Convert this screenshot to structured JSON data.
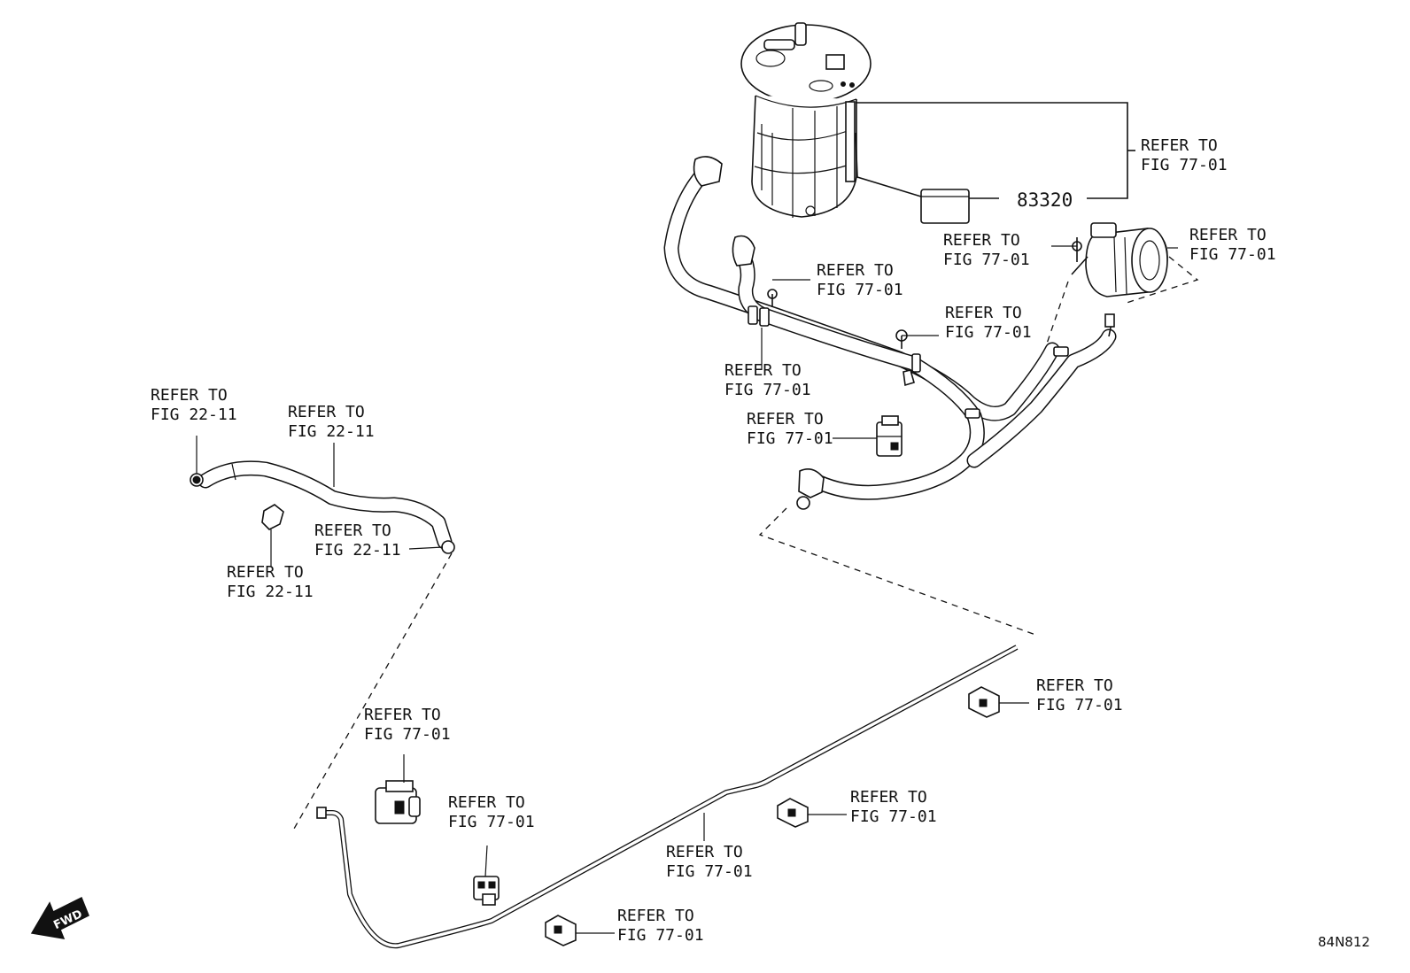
{
  "callouts": [
    {
      "line1": "REFER TO",
      "line2": "FIG 77-01"
    },
    {
      "line1": "REFER TO",
      "line2": "FIG 77-01"
    },
    {
      "line1": "REFER TO",
      "line2": "FIG 77-01"
    },
    {
      "line1": "REFER TO",
      "line2": "FIG 77-01"
    },
    {
      "line1": "REFER TO",
      "line2": "FIG 77-01"
    },
    {
      "line1": "REFER TO",
      "line2": "FIG 77-01"
    },
    {
      "line1": "REFER TO",
      "line2": "FIG 77-01"
    },
    {
      "line1": "REFER TO",
      "line2": "FIG 22-11"
    },
    {
      "line1": "REFER TO",
      "line2": "FIG 22-11"
    },
    {
      "line1": "REFER TO",
      "line2": "FIG 22-11"
    },
    {
      "line1": "REFER TO",
      "line2": "FIG 22-11"
    },
    {
      "line1": "REFER TO",
      "line2": "FIG 77-01"
    },
    {
      "line1": "REFER TO",
      "line2": "FIG 77-01"
    },
    {
      "line1": "REFER TO",
      "line2": "FIG 77-01"
    },
    {
      "line1": "REFER TO",
      "line2": "FIG 77-01"
    },
    {
      "line1": "REFER TO",
      "line2": "FIG 77-01"
    },
    {
      "line1": "REFER TO",
      "line2": "FIG 77-01"
    }
  ],
  "part_number": "83320",
  "illustration_code": "84N812",
  "direction_arrow": {
    "label": "FWD",
    "icon": "forward-arrow-icon"
  }
}
